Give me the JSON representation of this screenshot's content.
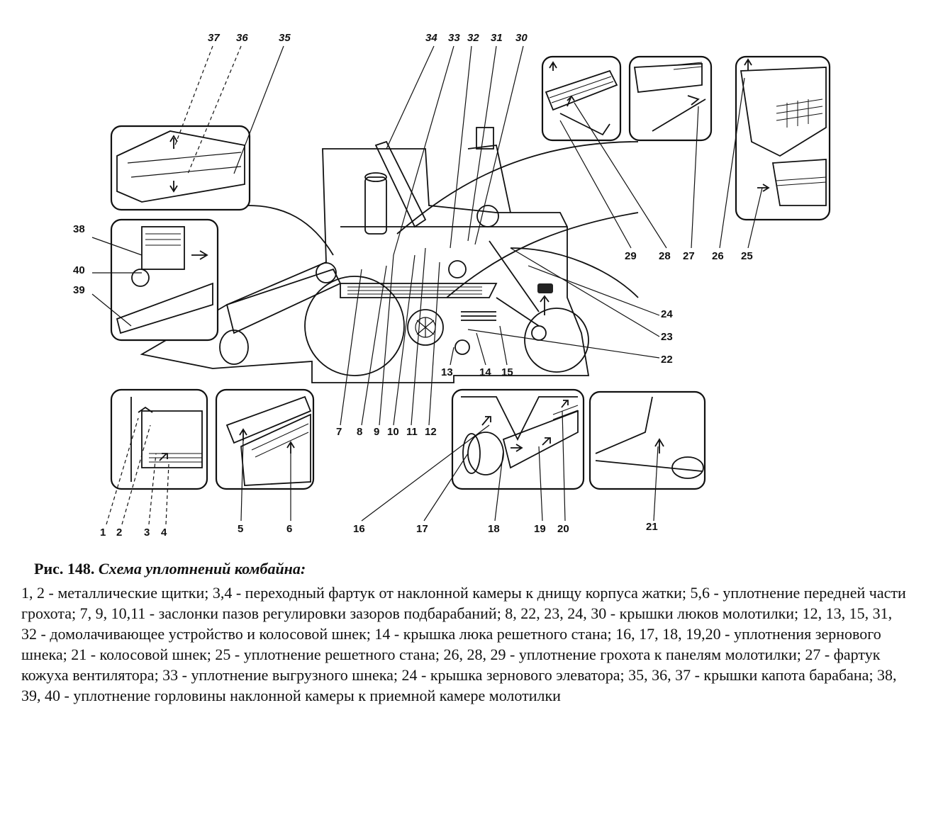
{
  "figure": {
    "labels": [
      {
        "id": "37",
        "text": "37"
      },
      {
        "id": "36",
        "text": "36"
      },
      {
        "id": "35",
        "text": "35"
      },
      {
        "id": "34",
        "text": "34"
      },
      {
        "id": "33",
        "text": "33"
      },
      {
        "id": "32",
        "text": "32"
      },
      {
        "id": "31",
        "text": "31"
      },
      {
        "id": "30",
        "text": "30"
      },
      {
        "id": "38",
        "text": "38"
      },
      {
        "id": "40",
        "text": "40"
      },
      {
        "id": "39",
        "text": "39"
      },
      {
        "id": "29",
        "text": "29"
      },
      {
        "id": "28",
        "text": "28"
      },
      {
        "id": "27",
        "text": "27"
      },
      {
        "id": "26",
        "text": "26"
      },
      {
        "id": "25",
        "text": "25"
      },
      {
        "id": "24",
        "text": "24"
      },
      {
        "id": "23",
        "text": "23"
      },
      {
        "id": "22",
        "text": "22"
      },
      {
        "id": "13",
        "text": "13"
      },
      {
        "id": "14",
        "text": "14"
      },
      {
        "id": "15",
        "text": "15"
      },
      {
        "id": "7",
        "text": "7"
      },
      {
        "id": "8",
        "text": "8"
      },
      {
        "id": "9",
        "text": "9"
      },
      {
        "id": "10",
        "text": "10"
      },
      {
        "id": "11",
        "text": "11"
      },
      {
        "id": "12",
        "text": "12"
      },
      {
        "id": "1",
        "text": "1"
      },
      {
        "id": "2",
        "text": "2"
      },
      {
        "id": "3",
        "text": "3"
      },
      {
        "id": "4",
        "text": "4"
      },
      {
        "id": "5",
        "text": "5"
      },
      {
        "id": "6",
        "text": "6"
      },
      {
        "id": "16",
        "text": "16"
      },
      {
        "id": "17",
        "text": "17"
      },
      {
        "id": "18",
        "text": "18"
      },
      {
        "id": "19",
        "text": "19"
      },
      {
        "id": "20",
        "text": "20"
      },
      {
        "id": "21",
        "text": "21"
      }
    ]
  },
  "caption": {
    "figure_number": "Рис. 148.",
    "figure_title": "Схема уплотнений комбайна:",
    "text": "1, 2 - металлические щитки; 3,4 - переходный фартук от наклонной камеры к днищу корпуса жатки; 5,6 - уплотнение передней части грохота; 7, 9, 10,11 - заслонки пазов регулировки зазоров подбарабаний; 8, 22, 23, 24, 30 - крышки люков молотилки; 12, 13, 15, 31, 32 - домолачивающее устройство и колосовой шнек; 14 - крышка люка решетного стана; 16, 17, 18, 19,20 - уплотнения зернового шнека; 21 - колосовой шнек; 25 - уплотнение решетного стана; 26, 28, 29 - уплотнение грохота к панелям молотилки; 27 - фартук кожуха вентилятора; 33 - уплотнение выгрузного шнека; 24 - крышка зернового элеватора; 35, 36, 37 - крышки капота барабана; 38, 39, 40 - уплотнение горловины наклонной камеры к приемной камере молотилки"
  }
}
